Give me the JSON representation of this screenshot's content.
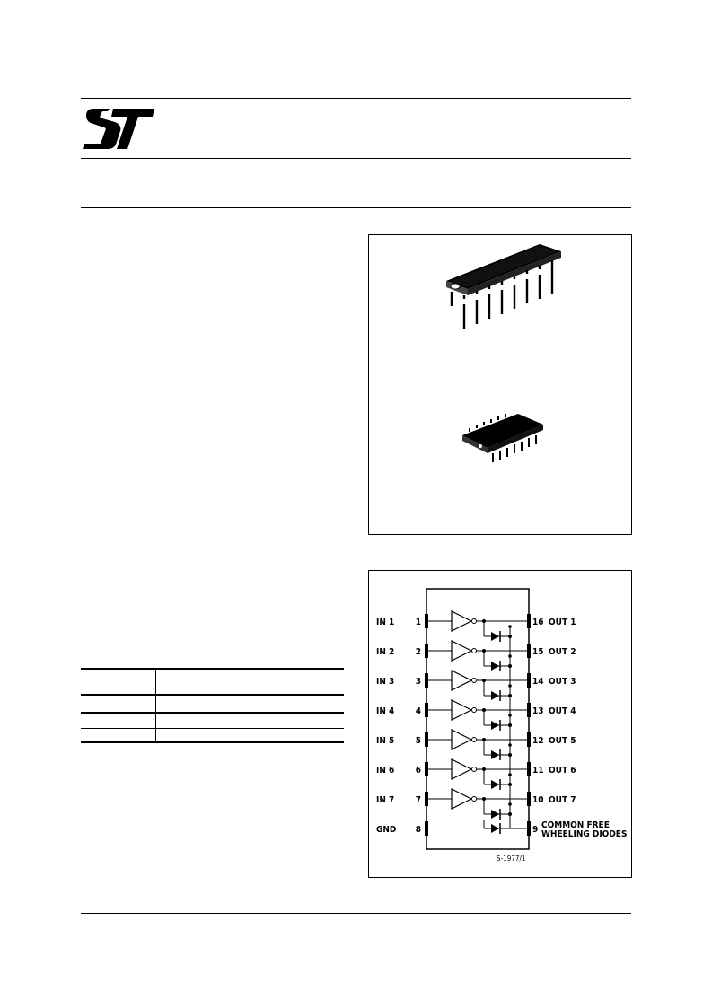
{
  "brand": {
    "logo_icon": "st-logo-icon"
  },
  "package_images": [
    {
      "name": "DIP-16 package",
      "icon": "dip16-package-icon"
    },
    {
      "name": "SO-16 package",
      "icon": "so16-package-icon"
    }
  ],
  "selection_table": {
    "header": [
      "",
      ""
    ],
    "rows": [
      [
        "",
        ""
      ],
      [
        "",
        ""
      ],
      [
        "",
        ""
      ]
    ]
  },
  "pin_diagram": {
    "left_pins": [
      {
        "label": "IN 1",
        "number": "1"
      },
      {
        "label": "IN 2",
        "number": "2"
      },
      {
        "label": "IN 3",
        "number": "3"
      },
      {
        "label": "IN 4",
        "number": "4"
      },
      {
        "label": "IN 5",
        "number": "5"
      },
      {
        "label": "IN 6",
        "number": "6"
      },
      {
        "label": "IN 7",
        "number": "7"
      },
      {
        "label": "GND",
        "number": "8"
      }
    ],
    "right_pins": [
      {
        "number": "16",
        "label": "OUT 1"
      },
      {
        "number": "15",
        "label": "OUT 2"
      },
      {
        "number": "14",
        "label": "OUT 3"
      },
      {
        "number": "13",
        "label": "OUT 4"
      },
      {
        "number": "12",
        "label": "OUT 5"
      },
      {
        "number": "11",
        "label": "OUT 6"
      },
      {
        "number": "10",
        "label": "OUT 7"
      }
    ],
    "common_pin": {
      "number": "9",
      "line1": "COMMON FREE",
      "line2": "WHEELING DIODES"
    },
    "figure_code": "S-1977/1"
  }
}
